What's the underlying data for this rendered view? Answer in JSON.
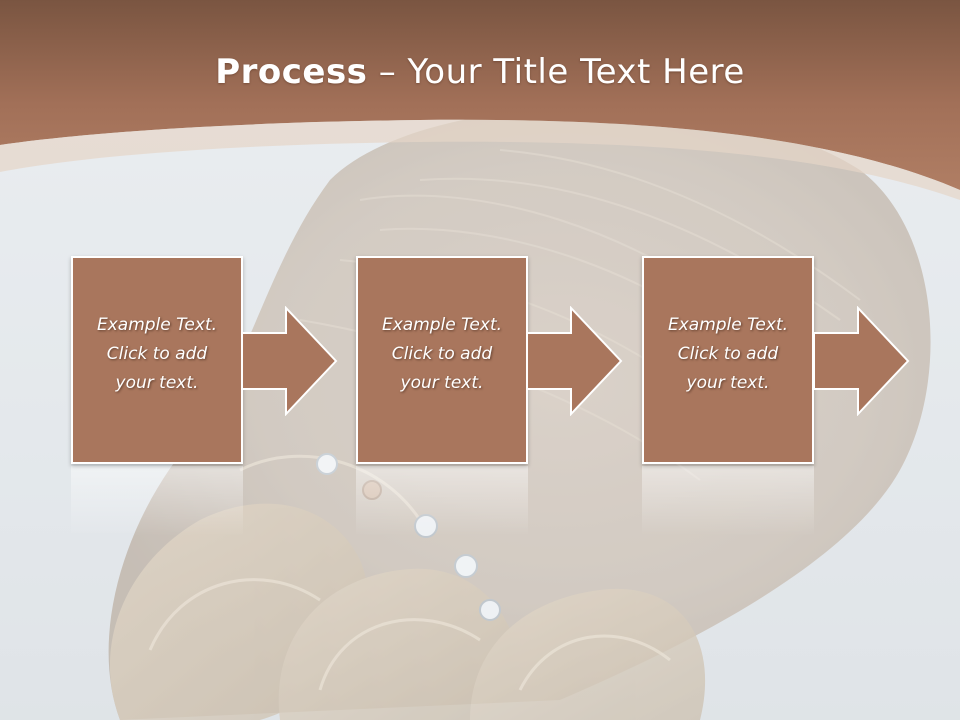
{
  "slide": {
    "title_bold": "Process",
    "title_rest": " – Your Title Text Here"
  },
  "steps": [
    {
      "line1": "Example Text.",
      "line2": "Click  to add",
      "line3": "your text."
    },
    {
      "line1": "Example Text.",
      "line2": "Click  to add",
      "line3": "your text."
    },
    {
      "line1": "Example Text.",
      "line2": "Click  to add",
      "line3": "your text."
    }
  ],
  "colors": {
    "header_brown": "#a9765d",
    "header_dark": "#7a5541",
    "box_fill": "#a9765d",
    "text": "#ffffff"
  },
  "background": {
    "image": "hair-updo-with-crystal-pins-photo"
  }
}
